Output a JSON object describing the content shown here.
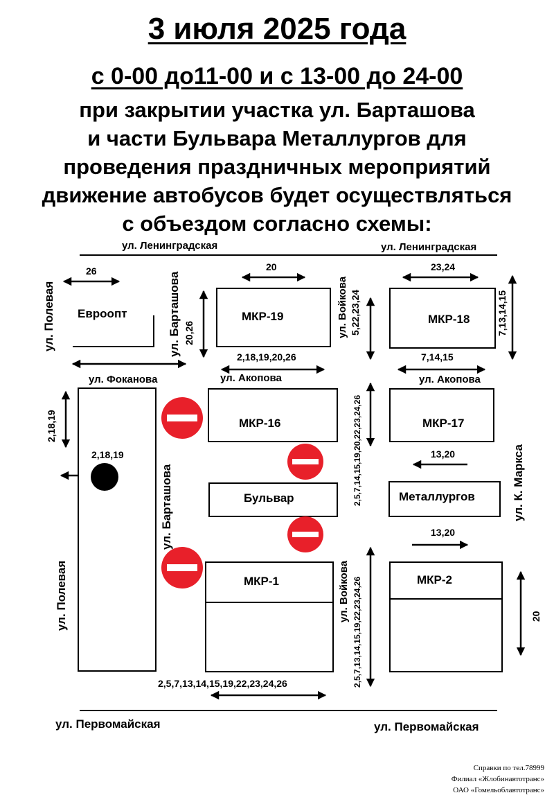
{
  "header": {
    "date": "3 июля 2025 года",
    "time": "с 0-00 до11-00 и с 13-00 до 24-00",
    "description": [
      "при закрытии участка ул. Барташова",
      "и части Бульвара Металлургов для",
      "проведения праздничных мероприятий",
      "движение автобусов будет осуществляться",
      "с объездом согласно схемы:"
    ]
  },
  "streets": {
    "leningradskaya_left": "ул. Ленинградская",
    "leningradskaya_right": "ул. Ленинградская",
    "polevaya_top": "ул. Полевая",
    "polevaya_bottom": "ул. Полевая",
    "bartashova_top": "ул. Барташова",
    "bartashova_mid": "ул. Барташова",
    "fokanova": "ул. Фоканова",
    "akopova_left": "ул. Акопова",
    "akopova_right": "ул. Акопова",
    "voykova_top": "ул. Войкова",
    "voykova_bottom": "ул. Войкова",
    "k_marksa": "ул. К. Маркса",
    "pervomayskaya_left": "ул. Первомайская",
    "pervomayskaya_right": "ул. Первомайская"
  },
  "blocks": {
    "evroopt": "Евроопт",
    "mkr19": "МКР-19",
    "mkr18": "МКР-18",
    "mkr16": "МКР-16",
    "mkr17": "МКР-17",
    "bulvar": "Бульвар",
    "metallurgov": "Металлургов",
    "mkr1": "МКР-1",
    "mkr2": "МКР-2"
  },
  "routes": {
    "r_26": "26",
    "r_20_top": "20",
    "r_2324": "23,24",
    "r_2026": "20,26",
    "r_voykova_top": "5,22,23,24",
    "r_7131415": "7,13,14,15",
    "r_akopova": "2,18,19,20,26",
    "r_71415": "7,14,15",
    "r_21819_side": "2,18,19",
    "r_21819_stop": "2,18,19",
    "r_voykova_mid": "2,5,7,14,15,19,20,22,23,24,26",
    "r_1320_top": "13,20",
    "r_1320_bottom": "13,20",
    "r_voykova_bottom": "2,5,7,13,14,15,19,22,23,24,26",
    "r_20_right": "20",
    "r_bottom": "2,5,7,13,14,15,19,22,23,24,26"
  },
  "footer": {
    "line1": "Справки по тел.78999",
    "line2": "Филиал «Жлобинавтотранс»",
    "line3": "ОАО «Гомельоблавтотранс»"
  },
  "colors": {
    "no_entry": "#e8202a",
    "ink": "#000000"
  }
}
